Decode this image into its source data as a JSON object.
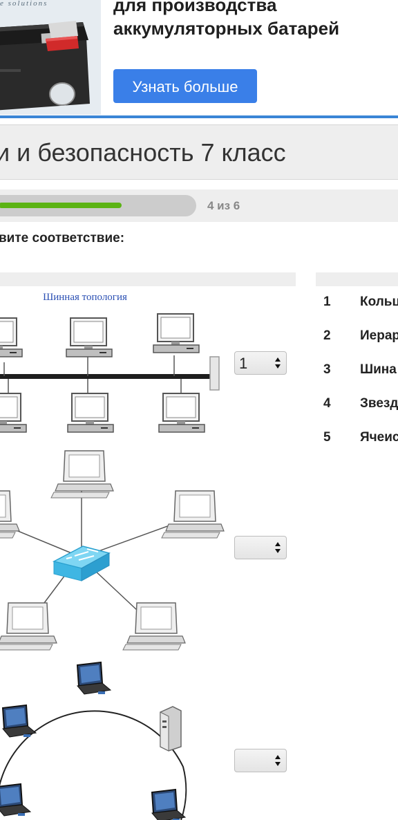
{
  "ad": {
    "brand": "e solutions",
    "headline_line1": "для производства",
    "headline_line2": "аккумуляторных батарей",
    "cta_label": "Узнать больше"
  },
  "test": {
    "title": "и и безопасность 7 класс",
    "progress_text": "4 из 6",
    "progress_fraction": 0.67,
    "instruction": "вите соответствие:"
  },
  "images": {
    "bus_caption": "Шинная топология"
  },
  "selects": [
    {
      "value": "1"
    },
    {
      "value": ""
    },
    {
      "value": ""
    }
  ],
  "answers": [
    {
      "num": "1",
      "text": "Кольц"
    },
    {
      "num": "2",
      "text": "Иерар"
    },
    {
      "num": "3",
      "text": "Шина"
    },
    {
      "num": "4",
      "text": "Звезд"
    },
    {
      "num": "5",
      "text": "Ячеис"
    }
  ],
  "colors": {
    "cta": "#3a7fe8",
    "progress_fill": "#5bb314",
    "divider": "#3a85d6",
    "switch": "#4ec3ec"
  }
}
